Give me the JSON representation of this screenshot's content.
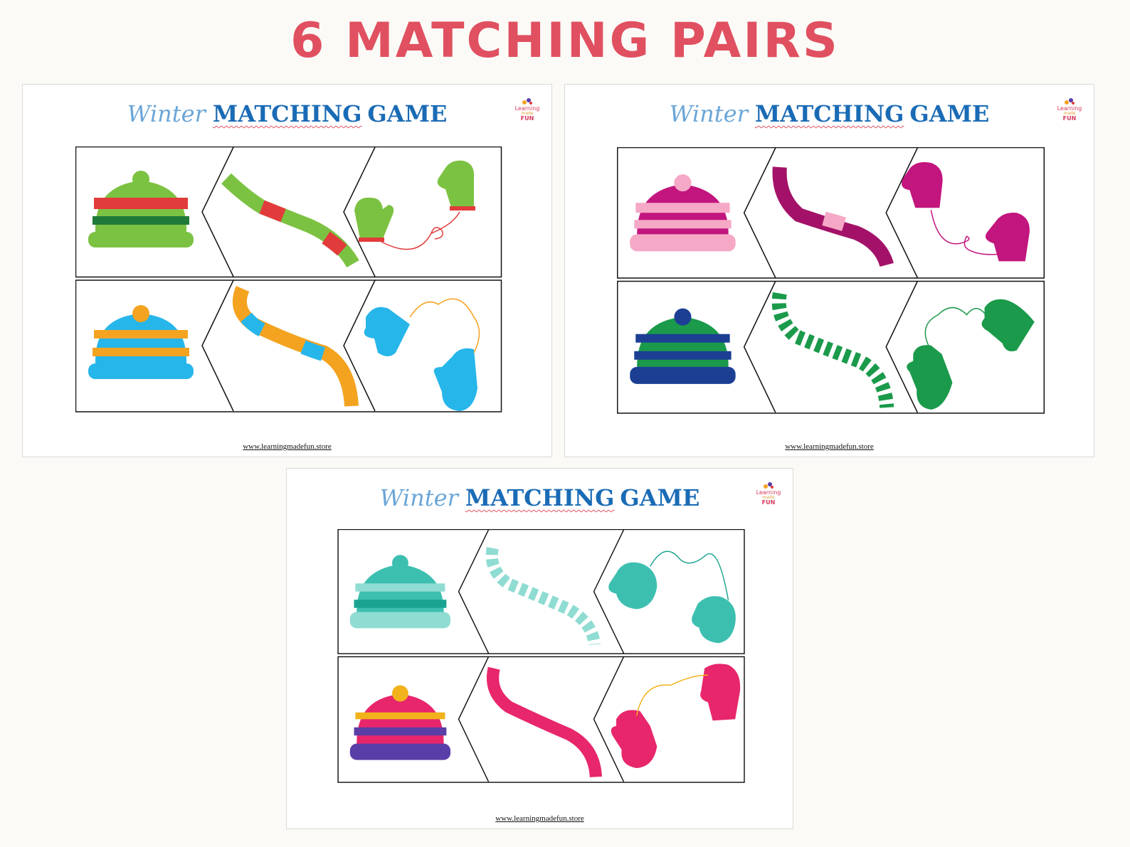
{
  "page_title": "6 MATCHING PAIRS",
  "sheets": [
    {
      "heading_script": "Winter",
      "heading_bold": "MATCHING",
      "heading_bold2": "GAME",
      "logo": {
        "line1": "Learning",
        "line2": "made",
        "line3": "FUN"
      },
      "footer": "www.learningmadefun.store",
      "rows": [
        {
          "theme": "green-red",
          "colors": {
            "a": "#7cc242",
            "b": "#e23b3b",
            "c": "#1f7a3a"
          }
        },
        {
          "theme": "blue-orange",
          "colors": {
            "a": "#27b6ea",
            "b": "#f4a320",
            "c": "#27b6ea"
          }
        }
      ]
    },
    {
      "heading_script": "Winter",
      "heading_bold": "MATCHING",
      "heading_bold2": "GAME",
      "logo": {
        "line1": "Learning",
        "line2": "made",
        "line3": "FUN"
      },
      "footer": "www.learningmadefun.store",
      "rows": [
        {
          "theme": "pink-magenta",
          "colors": {
            "a": "#c2157e",
            "b": "#f6a9c6",
            "c": "#a31268"
          }
        },
        {
          "theme": "green-navy",
          "colors": {
            "a": "#1a9a4a",
            "b": "#1c3f94",
            "c": "#1a9a4a"
          }
        }
      ]
    },
    {
      "heading_script": "Winter",
      "heading_bold": "MATCHING",
      "heading_bold2": "GAME",
      "logo": {
        "line1": "Learning",
        "line2": "made",
        "line3": "FUN"
      },
      "footer": "www.learningmadefun.store",
      "rows": [
        {
          "theme": "teal",
          "colors": {
            "a": "#3dbfb0",
            "b": "#8fdcd2",
            "c": "#1aa390"
          }
        },
        {
          "theme": "pink-purple",
          "colors": {
            "a": "#e8266b",
            "b": "#5a3ea8",
            "c": "#f2b21c"
          }
        }
      ]
    }
  ]
}
